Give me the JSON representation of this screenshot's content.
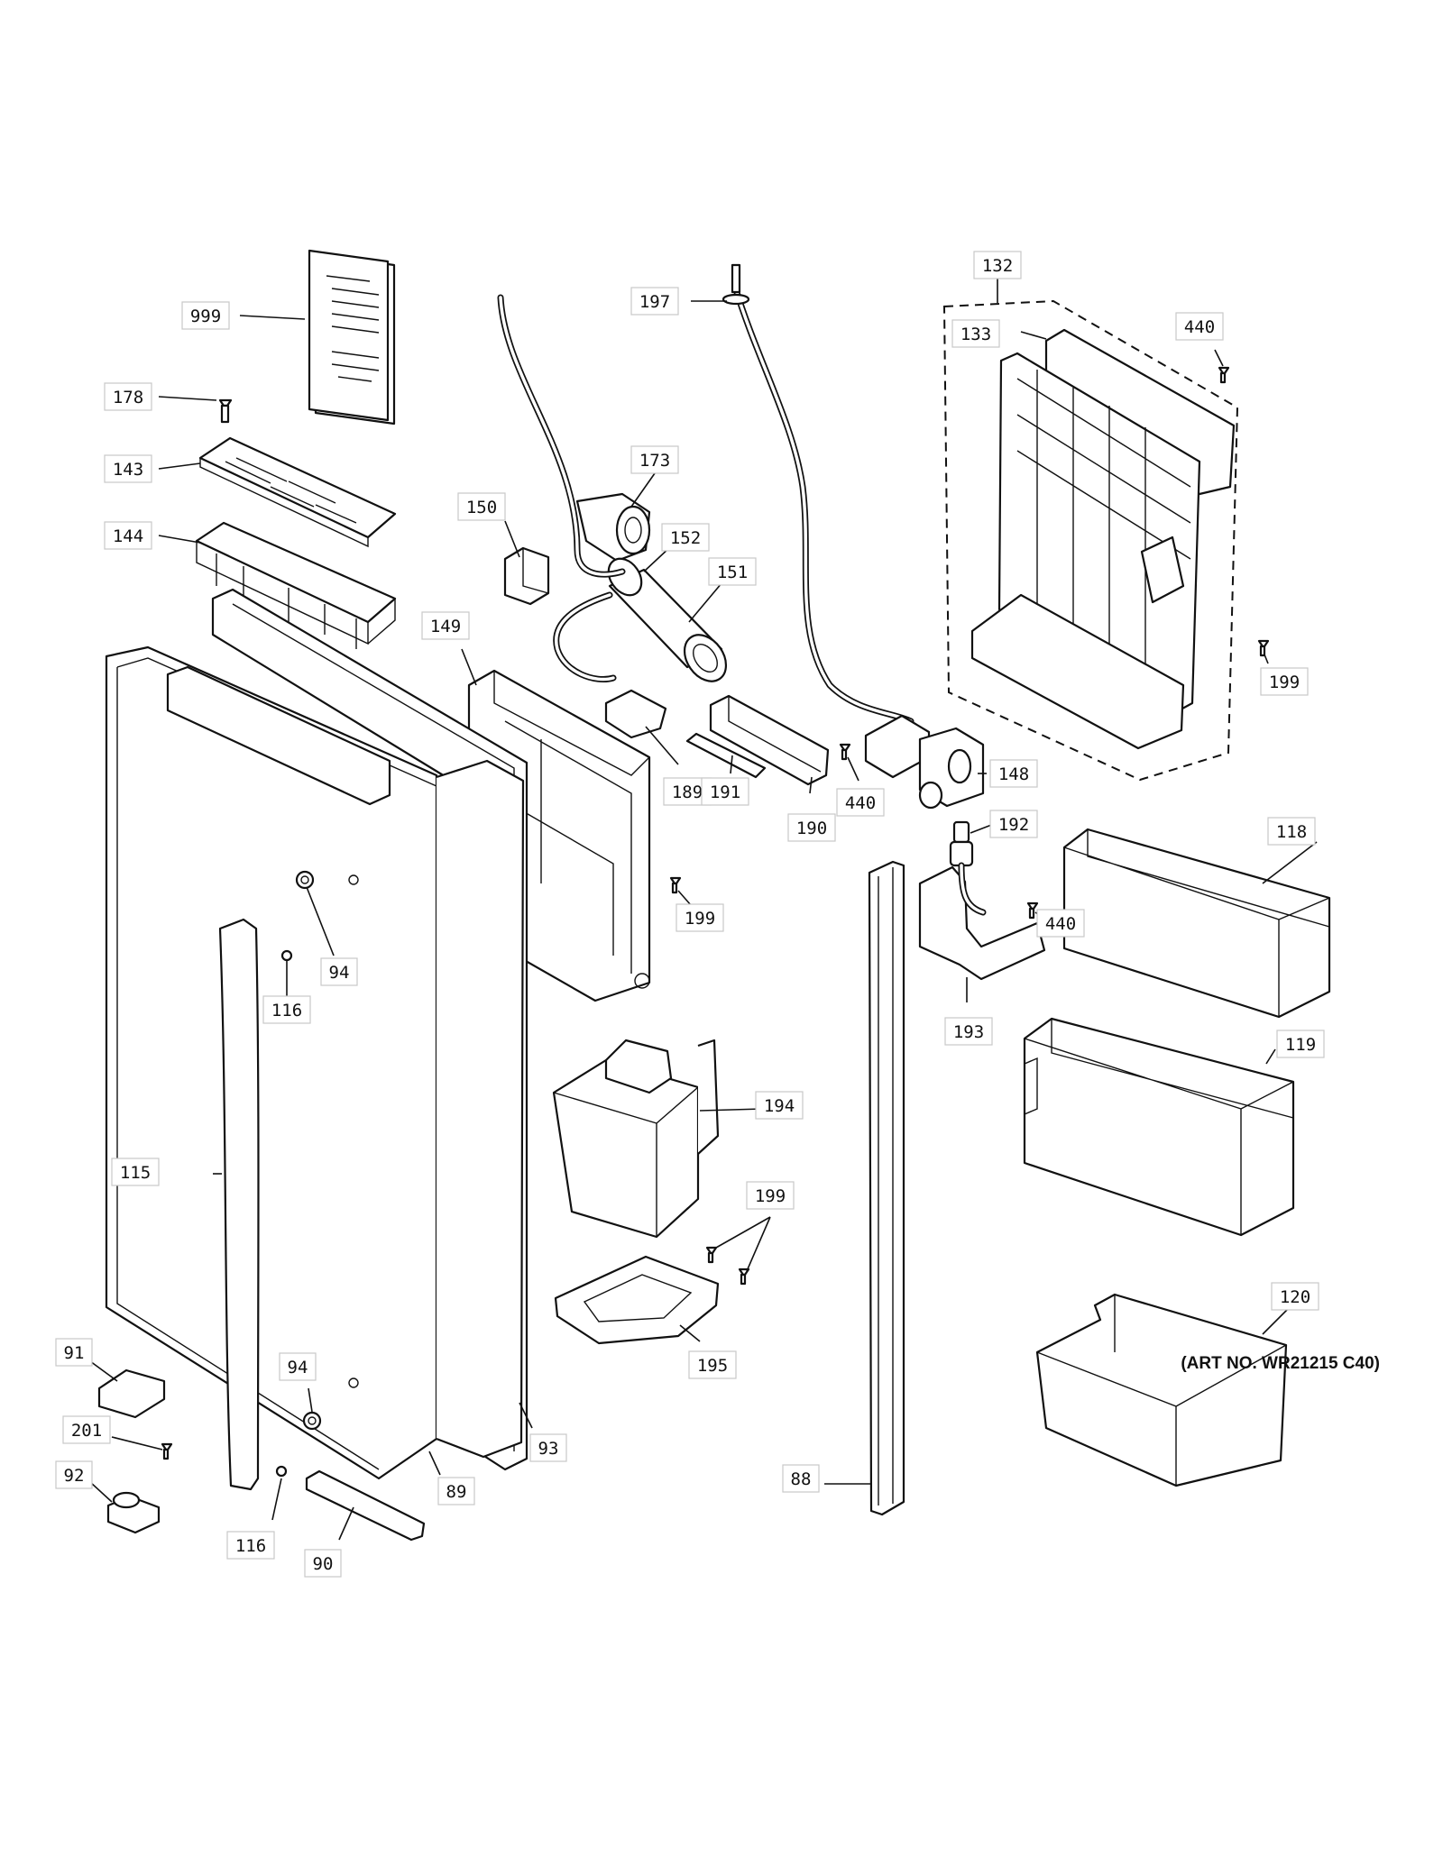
{
  "art_number": "(ART NO. WR21215 C40)",
  "callouts": [
    {
      "id": "c999",
      "label": "999"
    },
    {
      "id": "c178",
      "label": "178"
    },
    {
      "id": "c143",
      "label": "143"
    },
    {
      "id": "c144",
      "label": "144"
    },
    {
      "id": "c150",
      "label": "150"
    },
    {
      "id": "c173",
      "label": "173"
    },
    {
      "id": "c152",
      "label": "152"
    },
    {
      "id": "c151",
      "label": "151"
    },
    {
      "id": "c197",
      "label": "197"
    },
    {
      "id": "c132",
      "label": "132"
    },
    {
      "id": "c133",
      "label": "133"
    },
    {
      "id": "c440a",
      "label": "440"
    },
    {
      "id": "c199a",
      "label": "199"
    },
    {
      "id": "c149",
      "label": "149"
    },
    {
      "id": "c189",
      "label": "189"
    },
    {
      "id": "c191",
      "label": "191"
    },
    {
      "id": "c190",
      "label": "190"
    },
    {
      "id": "c440b",
      "label": "440"
    },
    {
      "id": "c148",
      "label": "148"
    },
    {
      "id": "c192",
      "label": "192"
    },
    {
      "id": "c118",
      "label": "118"
    },
    {
      "id": "c440c",
      "label": "440"
    },
    {
      "id": "c193",
      "label": "193"
    },
    {
      "id": "c94a",
      "label": "94"
    },
    {
      "id": "c116a",
      "label": "116"
    },
    {
      "id": "c199b",
      "label": "199"
    },
    {
      "id": "c194",
      "label": "194"
    },
    {
      "id": "c119",
      "label": "119"
    },
    {
      "id": "c115",
      "label": "115"
    },
    {
      "id": "c199c",
      "label": "199"
    },
    {
      "id": "c120",
      "label": "120"
    },
    {
      "id": "c195",
      "label": "195"
    },
    {
      "id": "c91",
      "label": "91"
    },
    {
      "id": "c94b",
      "label": "94"
    },
    {
      "id": "c201",
      "label": "201"
    },
    {
      "id": "c93",
      "label": "93"
    },
    {
      "id": "c92",
      "label": "92"
    },
    {
      "id": "c88",
      "label": "88"
    },
    {
      "id": "c89",
      "label": "89"
    },
    {
      "id": "c116b",
      "label": "116"
    },
    {
      "id": "c90",
      "label": "90"
    }
  ]
}
